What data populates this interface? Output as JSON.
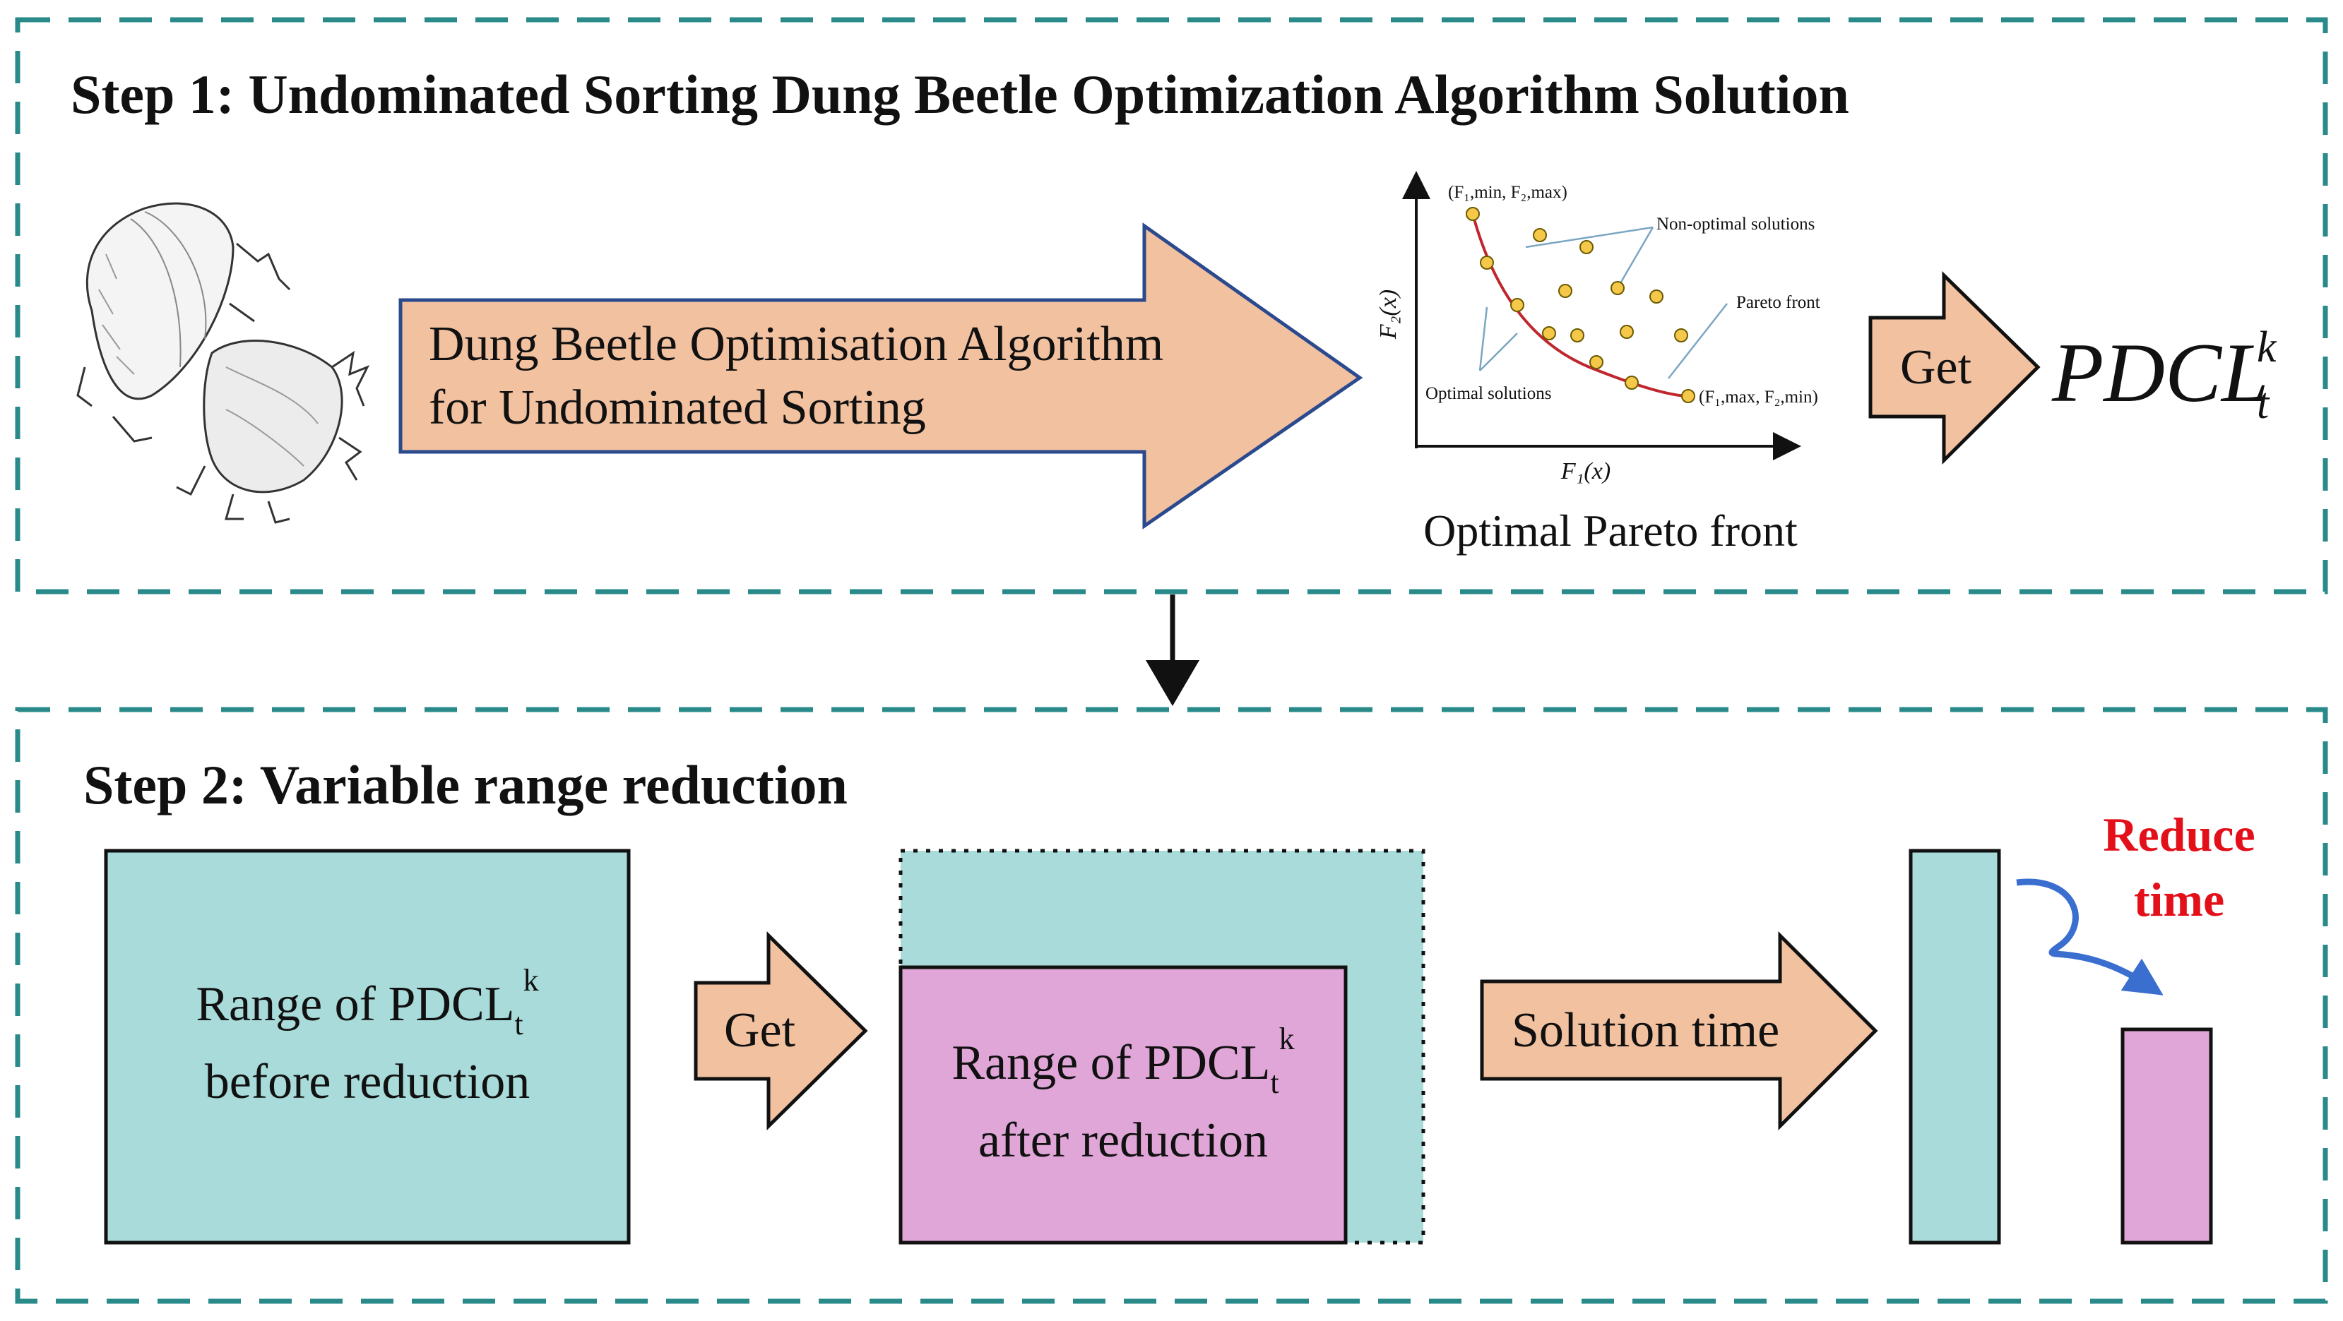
{
  "colors": {
    "frame": "#2a8a8a",
    "arrow_fill": "#f2c1a0",
    "arrow_stroke": "#111111",
    "big_arrow_stroke": "#2b4a8e",
    "range_before": "#a8dbd9",
    "range_after": "#e1a6d8",
    "curve": "#c0262d",
    "point": "#f5c84a",
    "leader": "#7aa6c2",
    "reduce_text": "#e3101a",
    "reduce_arrow": "#3a6fd0"
  },
  "step1": {
    "title": "Step 1: Undominated Sorting Dung Beetle Optimization Algorithm Solution",
    "beetle_icon": "dung-beetle-illustration",
    "arrow_line1": "Dung Beetle Optimisation Algorithm",
    "arrow_line2": "for Undominated Sorting",
    "plot": {
      "f2_axis": "F₂(x)",
      "f1_axis": "F₁(x)",
      "top_point_label": "(F₁,min, F₂,max)",
      "bottom_point_label": "(F₁,max, F₂,min)",
      "non_optimal_label": "Non-optimal solutions",
      "pareto_front_label": "Pareto front",
      "optimal_label": "Optimal solutions",
      "caption": "Optimal Pareto front"
    },
    "get_label": "Get",
    "result_base": "PDCL",
    "result_sub": "t",
    "result_sup": "k"
  },
  "step2": {
    "title": "Step 2: Variable range reduction",
    "before_line1": "Range of PDCL",
    "before_sub": "t",
    "before_sup": "k",
    "before_line2": "before reduction",
    "get_label": "Get",
    "after_line1": "Range of PDCL",
    "after_sub": "t",
    "after_sup": "k",
    "after_line2": "after reduction",
    "solution_time_label": "Solution time",
    "reduce_line1": "Reduce",
    "reduce_line2": "time"
  }
}
